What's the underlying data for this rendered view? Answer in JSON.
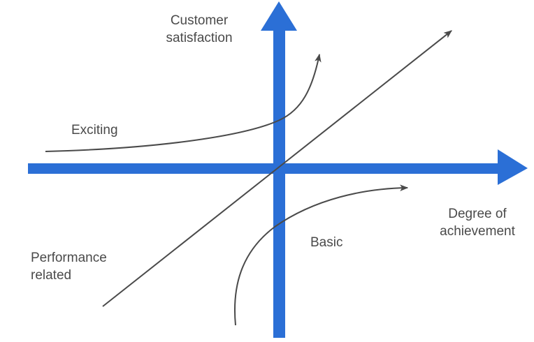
{
  "axes": {
    "y_label_line1": "Customer",
    "y_label_line2": "satisfaction",
    "x_label_line1": "Degree of",
    "x_label_line2": "achievement"
  },
  "curves": {
    "exciting": "Exciting",
    "performance_line1": "Performance",
    "performance_line2": "related",
    "basic": "Basic"
  },
  "colors": {
    "axis": "#2b6fd6",
    "curve": "#4a4a4a",
    "text": "#4a4a4a"
  }
}
